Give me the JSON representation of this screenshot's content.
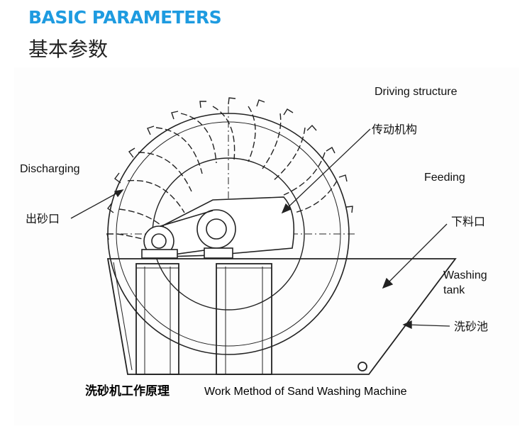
{
  "header": {
    "title_en": "BASIC PARAMETERS",
    "title_zh": "基本参数"
  },
  "diagram": {
    "labels": {
      "driving_en": "Driving structure",
      "driving_zh": "传动机构",
      "discharging_en": "Discharging",
      "discharging_zh": "出砂口",
      "feeding_en": "Feeding",
      "feeding_zh": "下料口",
      "tank_en_line1": "Washing",
      "tank_en_line2": "tank",
      "tank_zh": "洗砂池"
    },
    "caption": {
      "zh": "洗砂机工作原理",
      "en": "Work Method of Sand Washing Machine"
    }
  },
  "colors": {
    "accent": "#1e9be0",
    "line": "#222222"
  }
}
